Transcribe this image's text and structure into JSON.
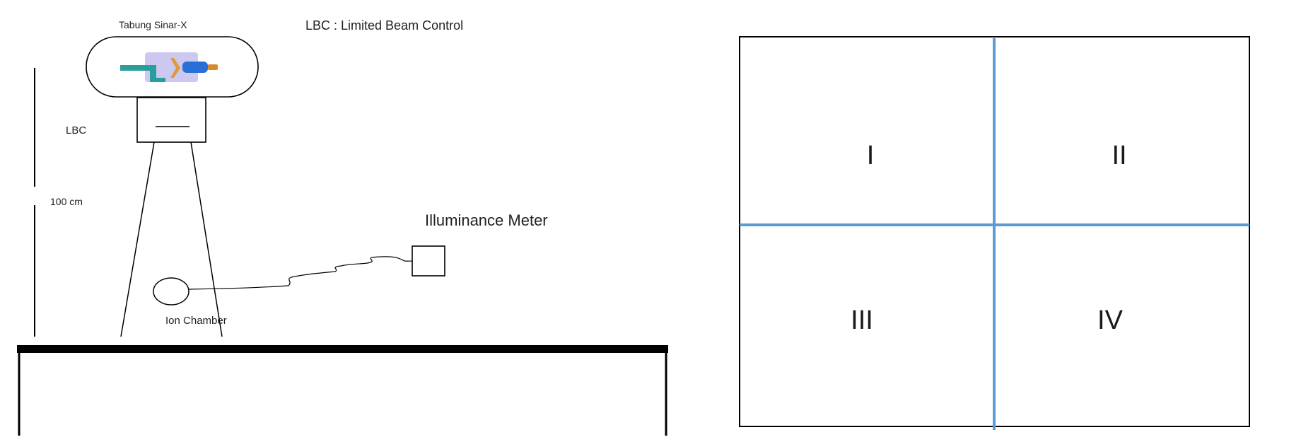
{
  "setup": {
    "tube_label": "Tabung Sinar-X",
    "legend_text": "LBC : Limited Beam Control",
    "lbc_label": "LBC",
    "distance_label": "100 cm",
    "meter_label": "Illuminance  Meter",
    "chamber_label": "Ion Chamber"
  },
  "field": {
    "quadrants": [
      "I",
      "II",
      "III",
      "IV"
    ]
  },
  "colors": {
    "line": "#000000",
    "divider": "#5b9bd5",
    "tube_fill": "#ccc8f0",
    "cathode": "#2a9d9d",
    "anode": "#2a6fd6",
    "target": "#e09a3a"
  }
}
